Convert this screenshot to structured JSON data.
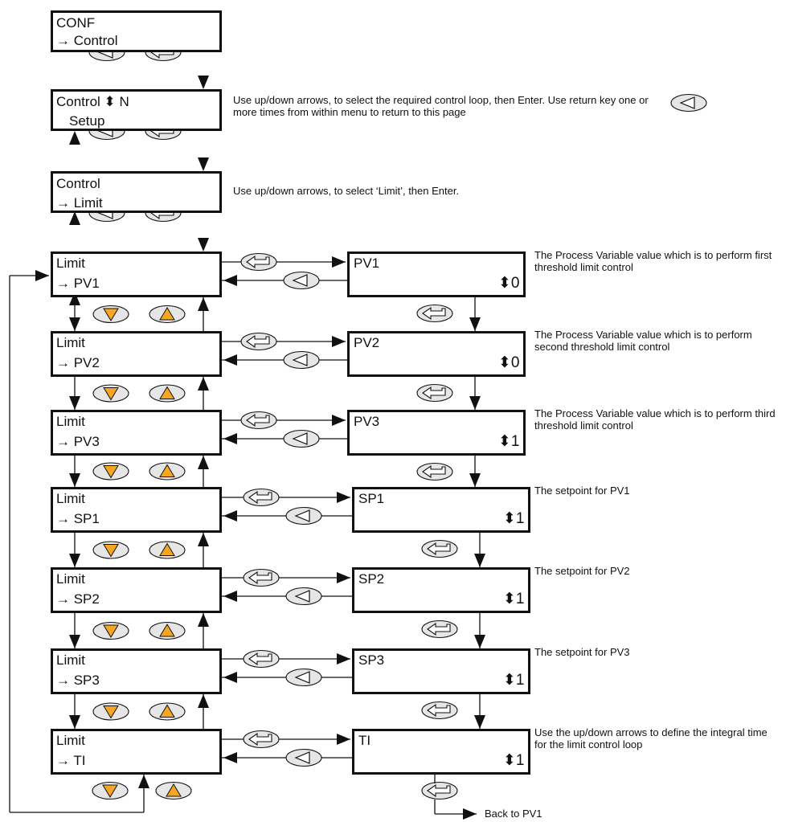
{
  "glyphs": {
    "arrow": "→",
    "updown": "⬍"
  },
  "colors": {
    "ink": "#111111",
    "key_fill": "#e6e6e6",
    "triangle_fill": "#f5a623"
  },
  "conf": {
    "title": "CONF",
    "item": "Control"
  },
  "control_setup": {
    "title": "Control",
    "suffix": "N",
    "item": "Setup",
    "note": "Use up/down arrows, to select the required control loop, then Enter. Use return key one or more times from within menu to return to this page"
  },
  "control_limit": {
    "title": "Control",
    "item": "Limit",
    "note": "Use up/down arrows, to select ‘Limit’, then Enter."
  },
  "params": [
    {
      "menu_title": "Limit",
      "item": "PV1",
      "name": "PV1",
      "value": "0",
      "note": "The Process Variable value which is to perform first threshold limit control"
    },
    {
      "menu_title": "Limit",
      "item": "PV2",
      "name": "PV2",
      "value": "0",
      "note": "The Process Variable value which is to perform second threshold limit control"
    },
    {
      "menu_title": "Limit",
      "item": "PV3",
      "name": "PV3",
      "value": "1",
      "note": "The Process Variable value which is to perform third threshold limit control"
    },
    {
      "menu_title": "Limit",
      "item": "SP1",
      "name": "SP1",
      "value": "1",
      "note": "The setpoint for PV1"
    },
    {
      "menu_title": "Limit",
      "item": "SP2",
      "name": "SP2",
      "value": "1",
      "note": "The setpoint for PV2"
    },
    {
      "menu_title": "Limit",
      "item": "SP3",
      "name": "SP3",
      "value": "1",
      "note": "The setpoint for PV3"
    },
    {
      "menu_title": "Limit",
      "item": "TI",
      "name": "TI",
      "value": "1",
      "note": "Use the up/down arrows to define the integral time for the limit control loop"
    }
  ],
  "footer": "Back to PV1"
}
